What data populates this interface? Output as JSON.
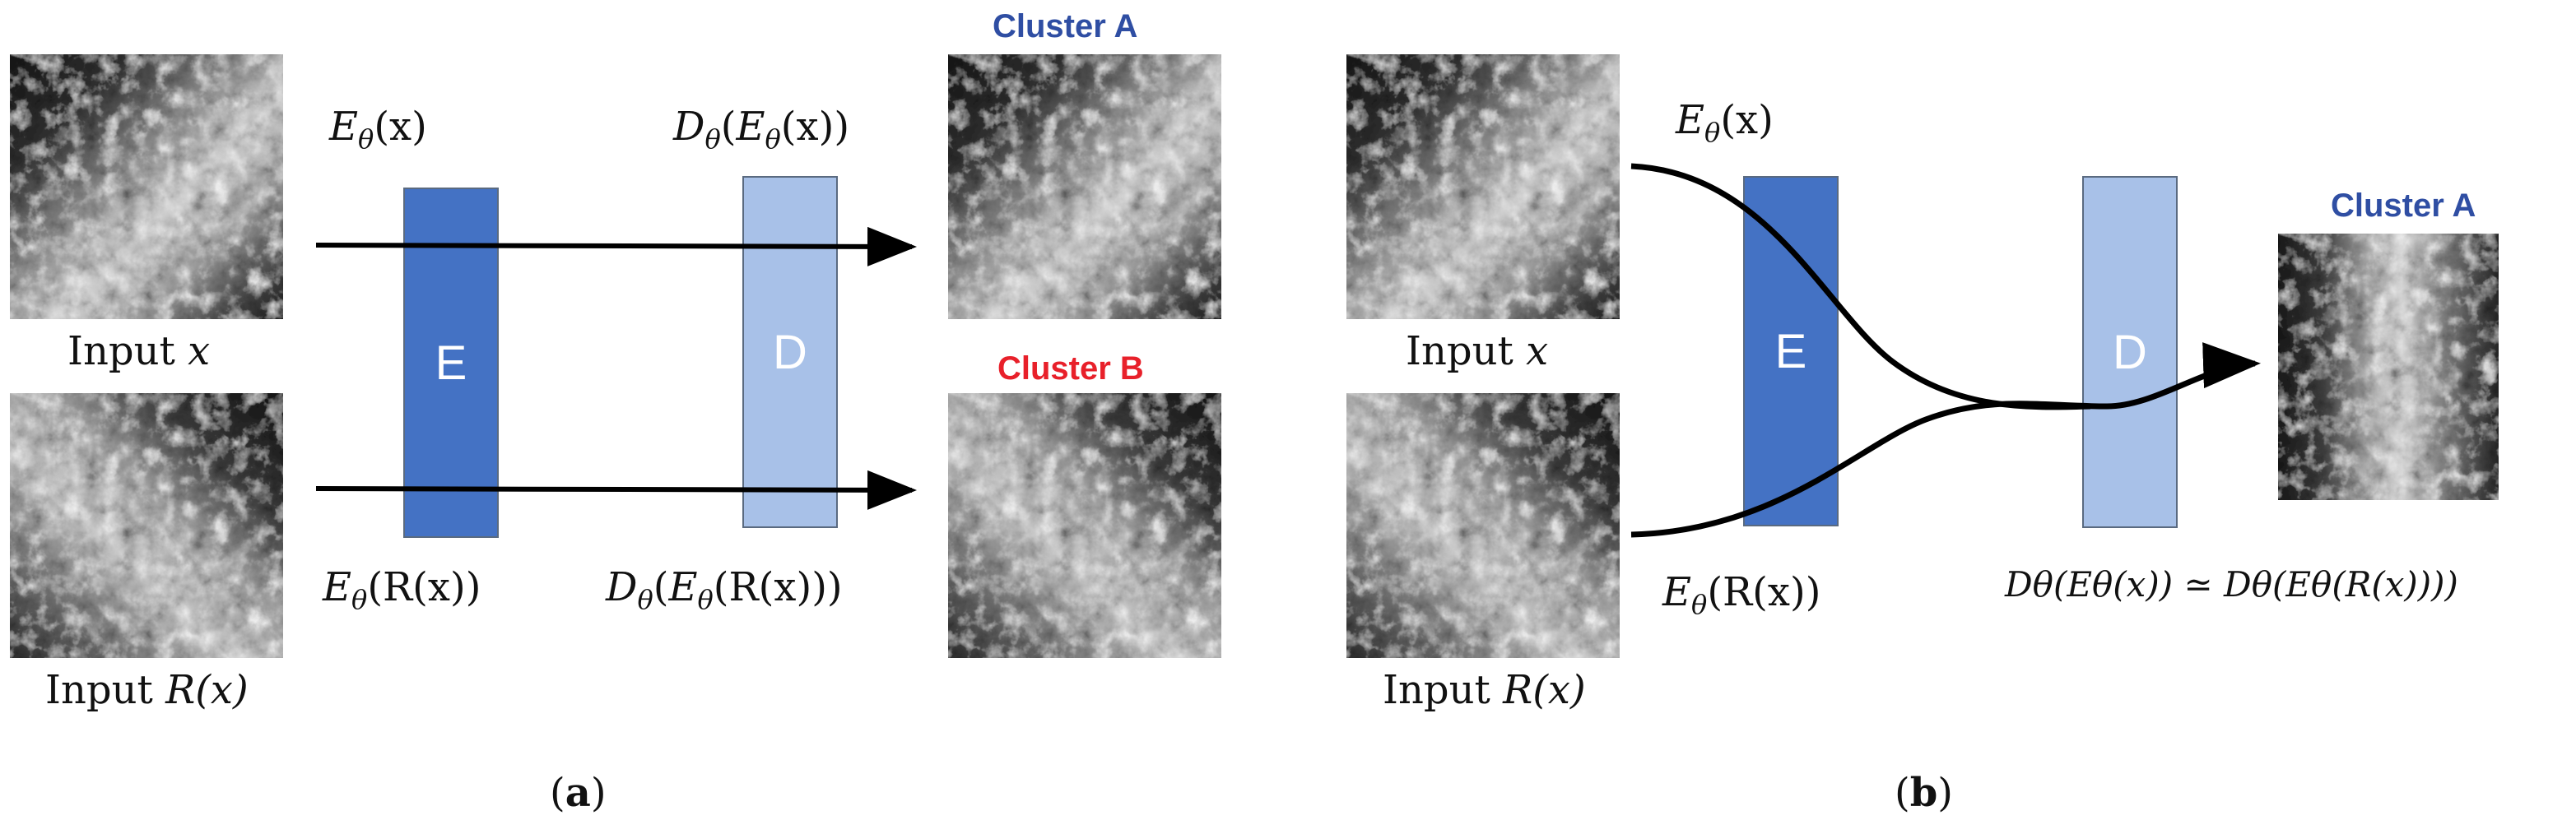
{
  "colors": {
    "encoder": "#4472c4",
    "decoder": "#a8c1e8",
    "cluster_a": "#2f4ea3",
    "cluster_b": "#e8202a",
    "arrow": "#000000"
  },
  "panel_a": {
    "input_x_caption": {
      "prefix": "Input ",
      "var": "x"
    },
    "input_rx_caption": {
      "prefix": "Input ",
      "var": "R(x)"
    },
    "encoder_label": "E",
    "decoder_label": "D",
    "enc_top": {
      "fn": "E",
      "sub": "θ",
      "arg": "(x)"
    },
    "enc_bottom": {
      "fn": "E",
      "sub": "θ",
      "arg": "(R(x))"
    },
    "dec_top": {
      "fn": "D",
      "sub": "θ",
      "open": "(",
      "fn2": "E",
      "sub2": "θ",
      "arg": "(x))"
    },
    "dec_bottom": {
      "fn": "D",
      "sub": "θ",
      "open": "(",
      "fn2": "E",
      "sub2": "θ",
      "arg": "(R(x)))"
    },
    "cluster_top": "Cluster A",
    "cluster_bottom": "Cluster B",
    "label": "a"
  },
  "panel_b": {
    "input_x_caption": {
      "prefix": "Input ",
      "var": "x"
    },
    "input_rx_caption": {
      "prefix": "Input ",
      "var": "R(x)"
    },
    "encoder_label": "E",
    "decoder_label": "D",
    "enc_top": {
      "fn": "E",
      "sub": "θ",
      "arg": "(x)"
    },
    "enc_bottom": {
      "fn": "E",
      "sub": "θ",
      "arg": "(R(x))"
    },
    "output_eq": "Dθ(Eθ(x)) ≃ Dθ(Eθ(R(x))))",
    "cluster": "Cluster A",
    "label": "b"
  }
}
